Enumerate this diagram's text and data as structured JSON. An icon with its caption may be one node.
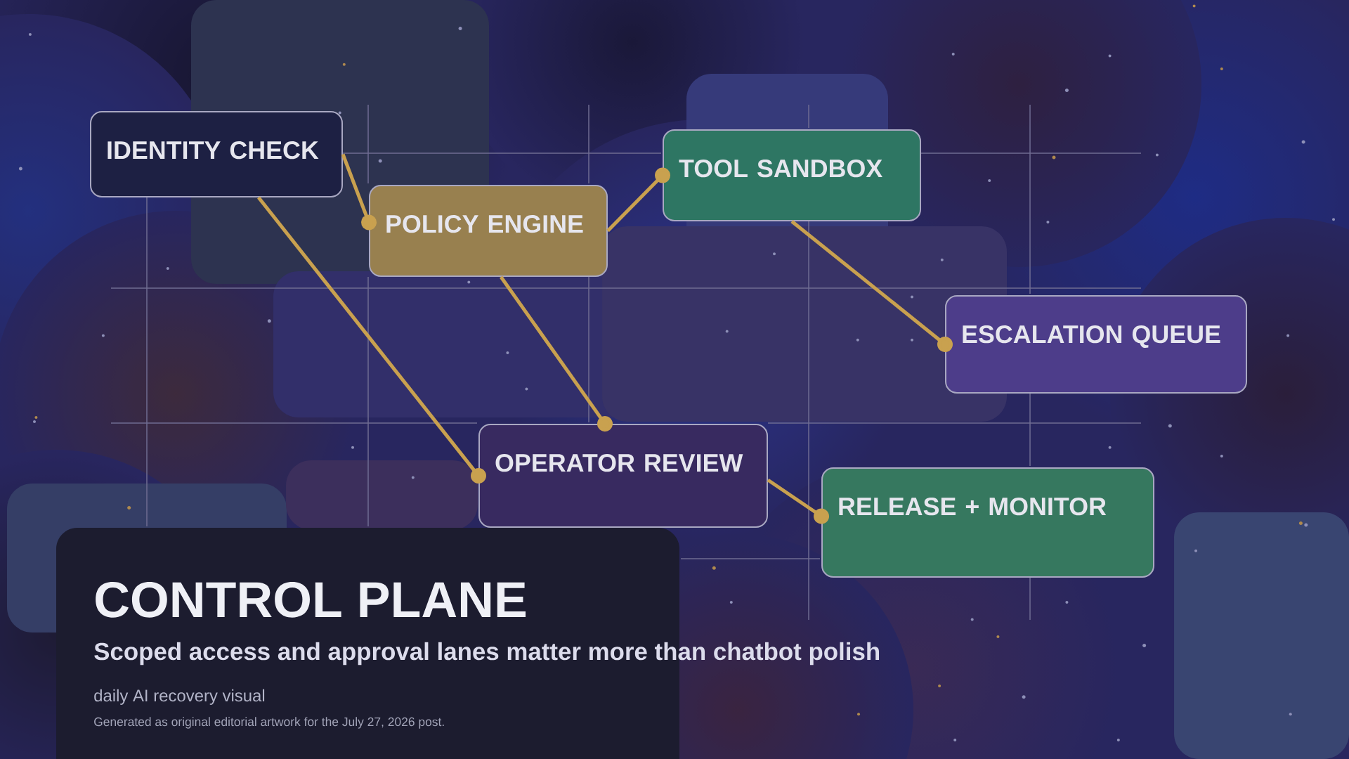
{
  "diagram": {
    "title": "CONTROL PLANE",
    "nodes": [
      {
        "text": [
          "IDENTITY CHECK"
        ]
      },
      {
        "text": [
          "POLICY ENGINE"
        ]
      },
      {
        "text": [
          "TOOL SANDBOX"
        ]
      },
      {
        "text": [
          "ESCALATION QUEUE"
        ]
      },
      {
        "text": [
          "OPERATOR REVIEW"
        ]
      },
      {
        "text": [
          "RELEASE + MONITOR"
        ]
      }
    ],
    "edges": [
      {
        "from": 0,
        "to": 1,
        "arrow": "other"
      },
      {
        "from": 1,
        "to": 2,
        "arrow": "other"
      },
      {
        "from": 2,
        "to": 3,
        "arrow": "other"
      },
      {
        "from": 0,
        "to": 4,
        "arrow": "other"
      },
      {
        "from": 1,
        "to": 4,
        "arrow": "other"
      },
      {
        "from": 4,
        "to": 5,
        "arrow": "other"
      }
    ],
    "labels": [
      "Scoped access and approval lanes matter more than chatbot polish",
      "daily AI recovery visual",
      "Generated as original editorial artwork for the July 27, 2026 post."
    ]
  }
}
